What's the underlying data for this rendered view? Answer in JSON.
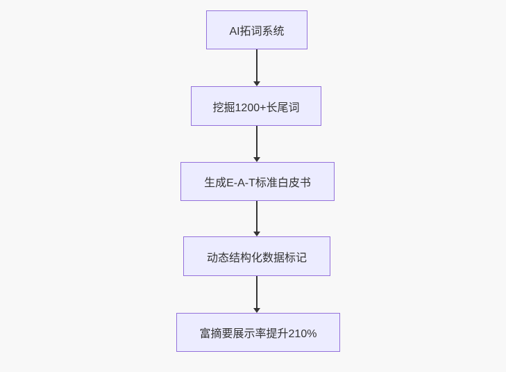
{
  "flowchart": {
    "type": "flowchart",
    "direction": "top-down",
    "nodes": [
      {
        "id": "node-1",
        "label": "AI拓词系统"
      },
      {
        "id": "node-2",
        "label": "挖掘1200+长尾词"
      },
      {
        "id": "node-3",
        "label": "生成E-A-T标准白皮书"
      },
      {
        "id": "node-4",
        "label": "动态结构化数据标记"
      },
      {
        "id": "node-5",
        "label": "富摘要展示率提升210%"
      }
    ],
    "edges": [
      {
        "from": "node-1",
        "to": "node-2",
        "arrow": "solid-triangle"
      },
      {
        "from": "node-2",
        "to": "node-3",
        "arrow": "solid-triangle"
      },
      {
        "from": "node-3",
        "to": "node-4",
        "arrow": "solid-triangle"
      },
      {
        "from": "node-4",
        "to": "node-5",
        "arrow": "solid-triangle"
      }
    ],
    "colors": {
      "node_fill": "#ECECFF",
      "node_border": "#9370DB",
      "arrow": "#333333",
      "text": "#333333",
      "background": "#F8F8F8"
    }
  }
}
